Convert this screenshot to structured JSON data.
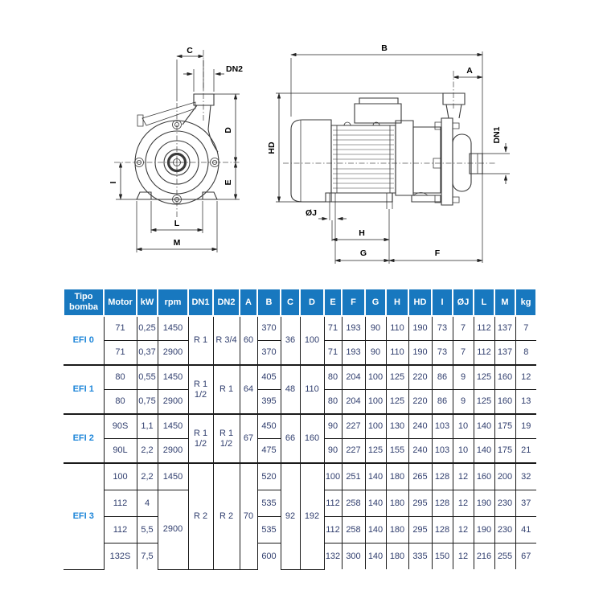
{
  "page": {
    "background": "#ffffff"
  },
  "drawings": {
    "front_view": {
      "labels": {
        "c": "C",
        "dn2": "DN2",
        "d": "D",
        "e": "E",
        "i": "I",
        "l": "L",
        "m": "M"
      }
    },
    "side_view": {
      "labels": {
        "b": "B",
        "a": "A",
        "dn1": "DN1",
        "hd": "HD",
        "oj": "ØJ",
        "h": "H",
        "g": "G",
        "f": "F"
      }
    }
  },
  "table": {
    "header_bg": "#1878bf",
    "header_text_color": "#ffffff",
    "body_text_color": "#303e6e",
    "group_label_color": "#1e86d9",
    "border_color": "#1a1a1a",
    "columns": [
      "Tipo bomba",
      "Motor",
      "kW",
      "rpm",
      "DN1",
      "DN2",
      "A",
      "B",
      "C",
      "D",
      "E",
      "F",
      "G",
      "H",
      "HD",
      "I",
      "ØJ",
      "L",
      "M",
      "kg"
    ],
    "groups": [
      {
        "name": "EFI 0",
        "rows": [
          [
            {
              "v": "71"
            },
            {
              "v": "0,25"
            },
            {
              "v": "1450"
            },
            {
              "v": "R 1",
              "rs": 2
            },
            {
              "v": "R 3/4",
              "rs": 2
            },
            {
              "v": "60",
              "rs": 2
            },
            {
              "v": "370"
            },
            {
              "v": "36",
              "rs": 2
            },
            {
              "v": "100",
              "rs": 2
            },
            {
              "v": "71"
            },
            {
              "v": "193"
            },
            {
              "v": "90"
            },
            {
              "v": "110"
            },
            {
              "v": "190"
            },
            {
              "v": "73"
            },
            {
              "v": "7"
            },
            {
              "v": "112"
            },
            {
              "v": "137"
            },
            {
              "v": "7"
            }
          ],
          [
            {
              "v": "71"
            },
            {
              "v": "0,37"
            },
            {
              "v": "2900"
            },
            {
              "v": "370"
            },
            {
              "v": "71"
            },
            {
              "v": "193"
            },
            {
              "v": "90"
            },
            {
              "v": "110"
            },
            {
              "v": "190"
            },
            {
              "v": "73"
            },
            {
              "v": "7"
            },
            {
              "v": "112"
            },
            {
              "v": "137"
            },
            {
              "v": "8"
            }
          ]
        ]
      },
      {
        "name": "EFI 1",
        "rows": [
          [
            {
              "v": "80"
            },
            {
              "v": "0,55"
            },
            {
              "v": "1450"
            },
            {
              "v": "R 1 1/2",
              "rs": 2
            },
            {
              "v": "R 1",
              "rs": 2
            },
            {
              "v": "64",
              "rs": 2
            },
            {
              "v": "405"
            },
            {
              "v": "48",
              "rs": 2
            },
            {
              "v": "110",
              "rs": 2
            },
            {
              "v": "80"
            },
            {
              "v": "204"
            },
            {
              "v": "100"
            },
            {
              "v": "125"
            },
            {
              "v": "220"
            },
            {
              "v": "86"
            },
            {
              "v": "9"
            },
            {
              "v": "125"
            },
            {
              "v": "160"
            },
            {
              "v": "12"
            }
          ],
          [
            {
              "v": "80"
            },
            {
              "v": "0,75"
            },
            {
              "v": "2900"
            },
            {
              "v": "395"
            },
            {
              "v": "80"
            },
            {
              "v": "204"
            },
            {
              "v": "100"
            },
            {
              "v": "125"
            },
            {
              "v": "220"
            },
            {
              "v": "86"
            },
            {
              "v": "9"
            },
            {
              "v": "125"
            },
            {
              "v": "160"
            },
            {
              "v": "13"
            }
          ]
        ]
      },
      {
        "name": "EFI 2",
        "rows": [
          [
            {
              "v": "90S"
            },
            {
              "v": "1,1"
            },
            {
              "v": "1450"
            },
            {
              "v": "R 1 1/2",
              "rs": 2
            },
            {
              "v": "R 1 1/2",
              "rs": 2
            },
            {
              "v": "67",
              "rs": 2
            },
            {
              "v": "450"
            },
            {
              "v": "66",
              "rs": 2
            },
            {
              "v": "160",
              "rs": 2
            },
            {
              "v": "90"
            },
            {
              "v": "227"
            },
            {
              "v": "100"
            },
            {
              "v": "130"
            },
            {
              "v": "240"
            },
            {
              "v": "103"
            },
            {
              "v": "10"
            },
            {
              "v": "140"
            },
            {
              "v": "175"
            },
            {
              "v": "19"
            }
          ],
          [
            {
              "v": "90L"
            },
            {
              "v": "2,2"
            },
            {
              "v": "2900"
            },
            {
              "v": "475"
            },
            {
              "v": "90"
            },
            {
              "v": "227"
            },
            {
              "v": "125"
            },
            {
              "v": "155"
            },
            {
              "v": "240"
            },
            {
              "v": "103"
            },
            {
              "v": "10"
            },
            {
              "v": "140"
            },
            {
              "v": "175"
            },
            {
              "v": "21"
            }
          ]
        ]
      },
      {
        "name": "EFI 3",
        "rows": [
          [
            {
              "v": "100"
            },
            {
              "v": "2,2"
            },
            {
              "v": "1450"
            },
            {
              "v": "R 2",
              "rs": 4
            },
            {
              "v": "R 2",
              "rs": 4
            },
            {
              "v": "70",
              "rs": 4
            },
            {
              "v": "520"
            },
            {
              "v": "92",
              "rs": 4
            },
            {
              "v": "192",
              "rs": 4
            },
            {
              "v": "100"
            },
            {
              "v": "251"
            },
            {
              "v": "140"
            },
            {
              "v": "180"
            },
            {
              "v": "265"
            },
            {
              "v": "128"
            },
            {
              "v": "12"
            },
            {
              "v": "160"
            },
            {
              "v": "200"
            },
            {
              "v": "32"
            }
          ],
          [
            {
              "v": "112"
            },
            {
              "v": "4"
            },
            {
              "v": "2900",
              "rs": 3
            },
            {
              "v": "535"
            },
            {
              "v": "112"
            },
            {
              "v": "258"
            },
            {
              "v": "140"
            },
            {
              "v": "180"
            },
            {
              "v": "295"
            },
            {
              "v": "128"
            },
            {
              "v": "12"
            },
            {
              "v": "190"
            },
            {
              "v": "230"
            },
            {
              "v": "37"
            }
          ],
          [
            {
              "v": "112"
            },
            {
              "v": "5,5"
            },
            {
              "v": "535"
            },
            {
              "v": "112"
            },
            {
              "v": "258"
            },
            {
              "v": "140"
            },
            {
              "v": "180"
            },
            {
              "v": "295"
            },
            {
              "v": "128"
            },
            {
              "v": "12"
            },
            {
              "v": "190"
            },
            {
              "v": "230"
            },
            {
              "v": "41"
            }
          ],
          [
            {
              "v": "132S"
            },
            {
              "v": "7,5"
            },
            {
              "v": "600"
            },
            {
              "v": "132"
            },
            {
              "v": "300"
            },
            {
              "v": "140"
            },
            {
              "v": "180"
            },
            {
              "v": "335"
            },
            {
              "v": "150"
            },
            {
              "v": "12"
            },
            {
              "v": "216"
            },
            {
              "v": "255"
            },
            {
              "v": "67"
            }
          ]
        ]
      }
    ]
  }
}
